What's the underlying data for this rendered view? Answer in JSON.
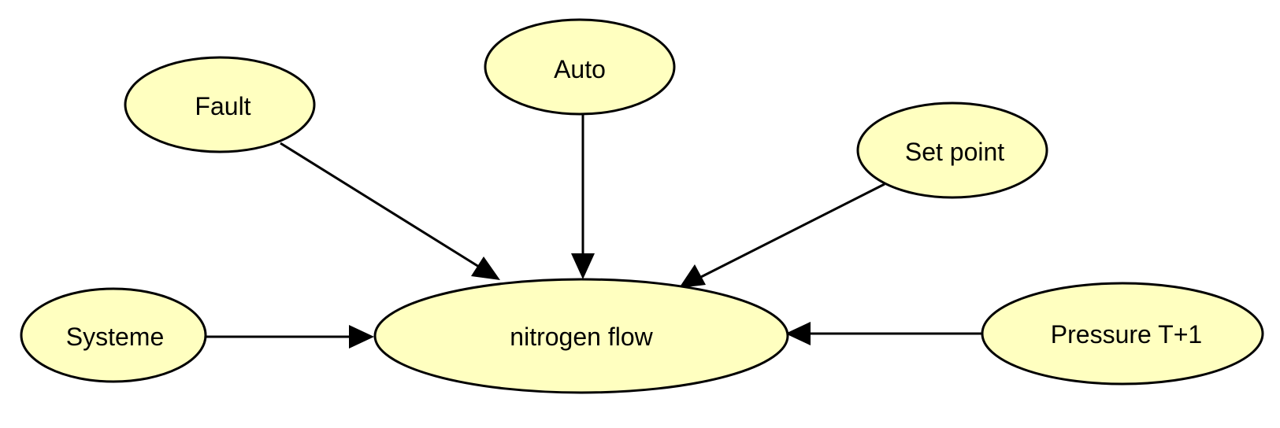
{
  "nodes": {
    "fault": "Fault",
    "auto": "Auto",
    "set_point": "Set point",
    "systeme": "Systeme",
    "nitrogen_flow": "nitrogen flow",
    "pressure": "Pressure T+1"
  },
  "edges": [
    {
      "from": "Fault",
      "to": "nitrogen flow"
    },
    {
      "from": "Auto",
      "to": "nitrogen flow"
    },
    {
      "from": "Set point",
      "to": "nitrogen flow"
    },
    {
      "from": "Systeme",
      "to": "nitrogen flow"
    },
    {
      "from": "Pressure T+1",
      "to": "nitrogen flow"
    }
  ],
  "colors": {
    "node_fill": "#ffffc0",
    "node_stroke": "#000000",
    "edge": "#000000"
  }
}
